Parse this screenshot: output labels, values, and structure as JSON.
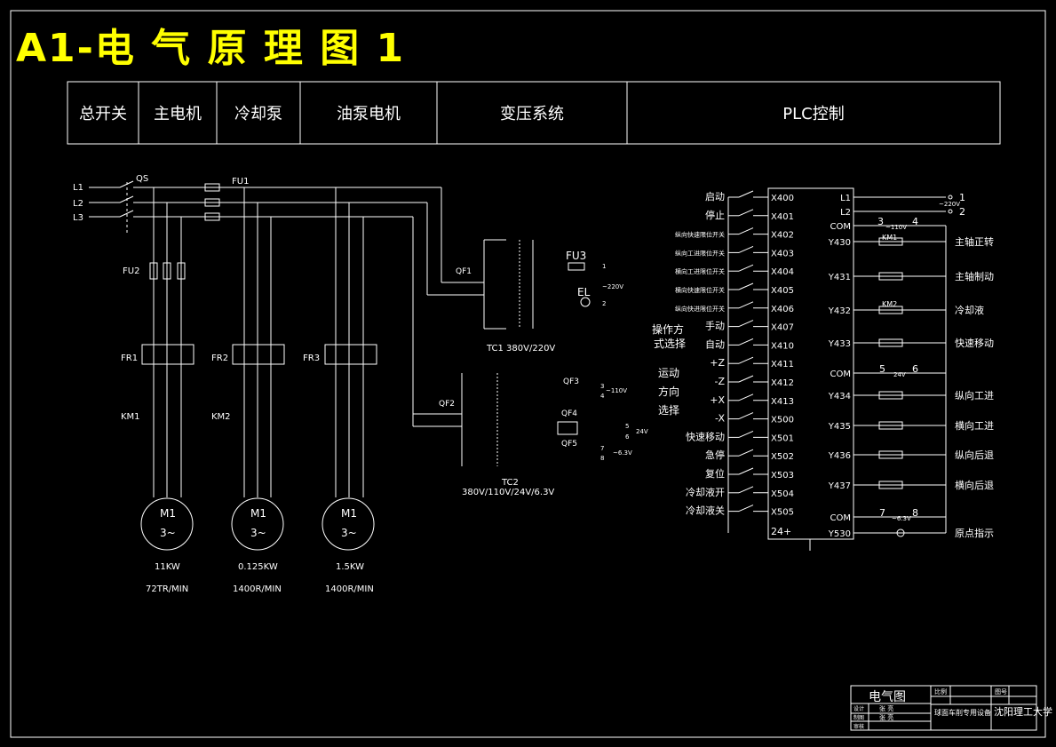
{
  "title": "A1-电 气 原 理 图 1",
  "header": [
    "总开关",
    "主电机",
    "冷却泵",
    "油泵电机",
    "变压系统",
    "PLC控制"
  ],
  "power": {
    "lines": [
      "L1",
      "L2",
      "L3"
    ],
    "qs": "QS",
    "fu1": "FU1",
    "fu2": "FU2",
    "fr": [
      "FR1",
      "FR2",
      "FR3"
    ],
    "km": [
      "KM1",
      "KM2"
    ],
    "motors": [
      {
        "label": "M1",
        "phase": "3~",
        "power": "11KW",
        "speed": "72TR/MIN"
      },
      {
        "label": "M1",
        "phase": "3~",
        "power": "0.125KW",
        "speed": "1400R/MIN"
      },
      {
        "label": "M1",
        "phase": "3~",
        "power": "1.5KW",
        "speed": "1400R/MIN"
      }
    ]
  },
  "transformer": {
    "qf": [
      "QF1",
      "QF2",
      "QF3",
      "QF4",
      "QF5"
    ],
    "fu3": "FU3",
    "el": "EL",
    "tc1": "TC1 380V/220V",
    "tc2": "TC2",
    "tc2_spec": "380V/110V/24V/6.3V",
    "v220": "~220V",
    "v110": "~110V",
    "v24": "24V",
    "v63": "~6.3V",
    "terminals": [
      "1",
      "2",
      "3",
      "4",
      "5",
      "6",
      "7",
      "8"
    ]
  },
  "plc": {
    "inputs": [
      {
        "label": "启动",
        "addr": "X400"
      },
      {
        "label": "停止",
        "addr": "X401"
      },
      {
        "label": "纵向快速限位开关",
        "addr": "X402"
      },
      {
        "label": "纵向工进限位开关",
        "addr": "X403"
      },
      {
        "label": "横向工进限位开关",
        "addr": "X404"
      },
      {
        "label": "横向快速限位开关",
        "addr": "X405"
      },
      {
        "label": "纵向快进限位开关",
        "addr": "X406"
      },
      {
        "label": "手动",
        "addr": "X407"
      },
      {
        "label": "自动",
        "addr": "X410"
      },
      {
        "label": "+Z",
        "addr": "X411"
      },
      {
        "label": "-Z",
        "addr": "X412"
      },
      {
        "label": "+X",
        "addr": "X413"
      },
      {
        "label": "-X",
        "addr": "X500"
      },
      {
        "label": "快速移动",
        "addr": "X501"
      },
      {
        "label": "急停",
        "addr": "X502"
      },
      {
        "label": "复位",
        "addr": "X503"
      },
      {
        "label": "冷却液开",
        "addr": "X504"
      },
      {
        "label": "冷却液关",
        "addr": "X505"
      }
    ],
    "group1": "操作方",
    "group1b": "式选择",
    "group2a": "运动",
    "group2b": "方向",
    "group2c": "选择",
    "v24plus": "24+",
    "outputs": [
      {
        "addr": "L1",
        "label": "",
        "term": "1"
      },
      {
        "addr": "L2",
        "label": "",
        "term": "2"
      },
      {
        "addr": "COM",
        "label": "",
        "term": ""
      },
      {
        "addr": "Y430",
        "label": "主轴正转",
        "term": ""
      },
      {
        "addr": "Y431",
        "label": "主轴制动",
        "term": ""
      },
      {
        "addr": "Y432",
        "label": "冷却液",
        "term": ""
      },
      {
        "addr": "Y433",
        "label": "快速移动",
        "term": ""
      },
      {
        "addr": "COM",
        "label": "",
        "term": ""
      },
      {
        "addr": "Y434",
        "label": "纵向工进",
        "term": ""
      },
      {
        "addr": "Y435",
        "label": "横向工进",
        "term": ""
      },
      {
        "addr": "Y436",
        "label": "纵向后退",
        "term": ""
      },
      {
        "addr": "Y437",
        "label": "横向后退",
        "term": ""
      },
      {
        "addr": "COM",
        "label": "",
        "term": ""
      },
      {
        "addr": "Y530",
        "label": "原点指示",
        "term": ""
      }
    ],
    "km1": "KM1",
    "km2": "KM2",
    "v220": "~220V",
    "v110": "~110V",
    "v24": "24V",
    "v63": "~6.3V",
    "nums": [
      "3",
      "4",
      "5",
      "6",
      "7",
      "8"
    ]
  },
  "titleblock": {
    "drawing": "电气图",
    "project": "球面车削专用设备",
    "school": "沈阳理工大学",
    "c1": "比例",
    "c2": "图号",
    "r1": "设计",
    "r2": "制图",
    "r3": "审核",
    "name1": "张 亮",
    "name2": "张 亮"
  },
  "colors": {
    "line": "#ffffff",
    "title": "#ffff00",
    "bg": "#000000"
  }
}
